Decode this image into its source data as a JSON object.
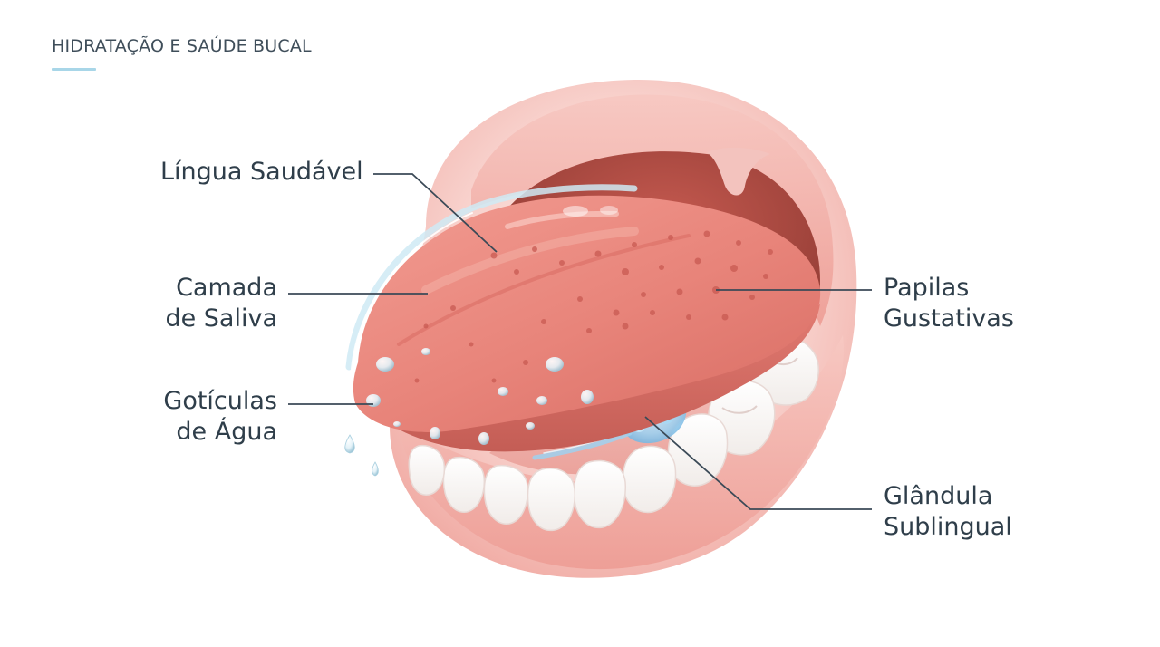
{
  "header": {
    "title": "HIDRATAÇÃO E SAÚDE BUCAL",
    "accent_color": "#a8d6e8"
  },
  "labels": {
    "healthy_tongue": "Língua Saudável",
    "saliva_layer_line1": "Camada",
    "saliva_layer_line2": "de Saliva",
    "water_droplets_line1": "Gotículas",
    "water_droplets_line2": "de Água",
    "taste_buds_line1": "Papilas",
    "taste_buds_line2": "Gustativas",
    "sublingual_gland_line1": "Glândula",
    "sublingual_gland_line2": "Sublingual"
  },
  "colors": {
    "text": "#2f3e4a",
    "leader_line": "#3b4a57",
    "tongue": "#e9857b",
    "gum": "#f4b2ad",
    "mouth_cavity": "#a5473f",
    "teeth": "#ffffff",
    "saliva": "#bfe3f2",
    "gland": "#8fc9ee"
  },
  "icons": {
    "droplet": "water-droplet-icon"
  }
}
